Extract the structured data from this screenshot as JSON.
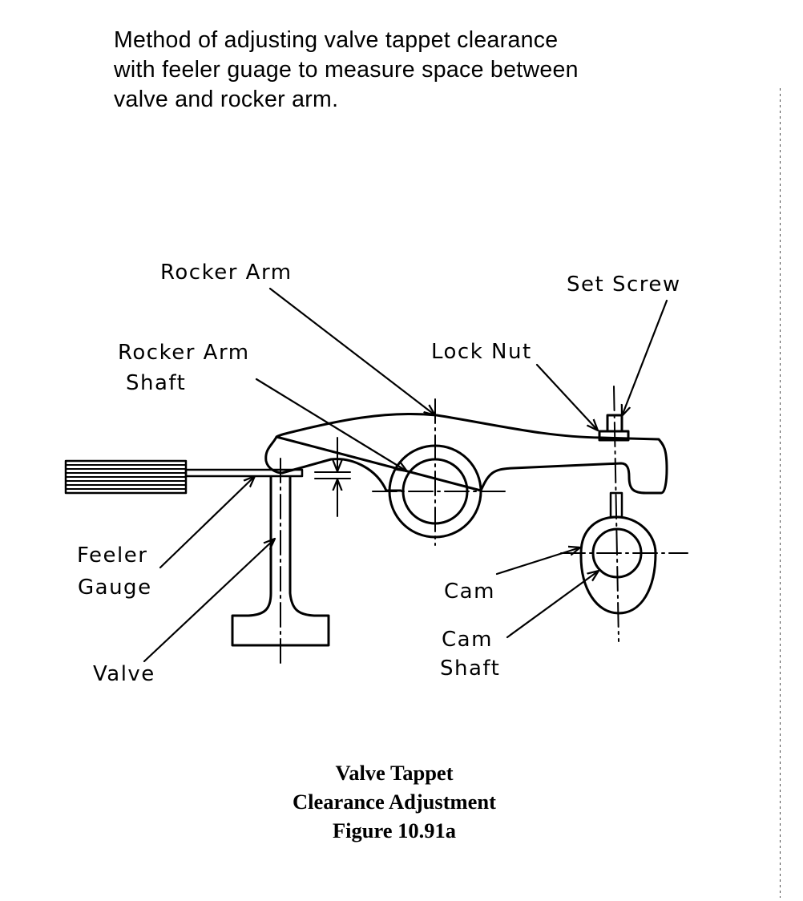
{
  "intro": {
    "lines": [
      "Method of adjusting valve tappet clearance",
      "with feeler guage to measure space between",
      "valve and rocker arm."
    ]
  },
  "labels": {
    "rocker_arm": "Rocker Arm",
    "rocker_arm_shaft_1": "Rocker Arm",
    "rocker_arm_shaft_2": "Shaft",
    "set_screw": "Set Screw",
    "lock_nut": "Lock Nut",
    "feeler_gauge_1": "Feeler",
    "feeler_gauge_2": "Gauge",
    "valve": "Valve",
    "cam": "Cam",
    "cam_shaft_1": "Cam",
    "cam_shaft_2": "Shaft"
  },
  "caption": {
    "line1": "Valve Tappet",
    "line2": "Clearance Adjustment",
    "line3": "Figure 10.91a"
  },
  "colors": {
    "ink": "#000000",
    "paper": "#ffffff"
  }
}
